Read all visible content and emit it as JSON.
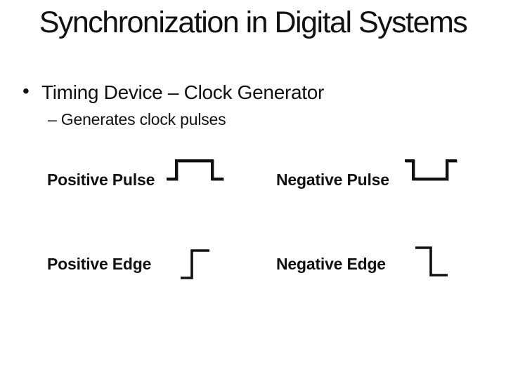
{
  "slide": {
    "title": "Synchronization in Digital Systems",
    "bullet": {
      "marker": "•",
      "text": "Timing Device – Clock Generator"
    },
    "sub_bullet": "– Generates clock pulses",
    "waveform_items": [
      {
        "label": "Positive Pulse",
        "icon": "positive-pulse-waveform-icon"
      },
      {
        "label": "Negative Pulse",
        "icon": "negative-pulse-waveform-icon"
      },
      {
        "label": "Positive Edge",
        "icon": "positive-edge-waveform-icon"
      },
      {
        "label": "Negative Edge",
        "icon": "negative-edge-waveform-icon"
      }
    ],
    "colors": {
      "background": "#ffffff",
      "text": "#111111",
      "waveform_stroke": "#111111",
      "waveform_shadow": "#a3a3a3"
    }
  }
}
